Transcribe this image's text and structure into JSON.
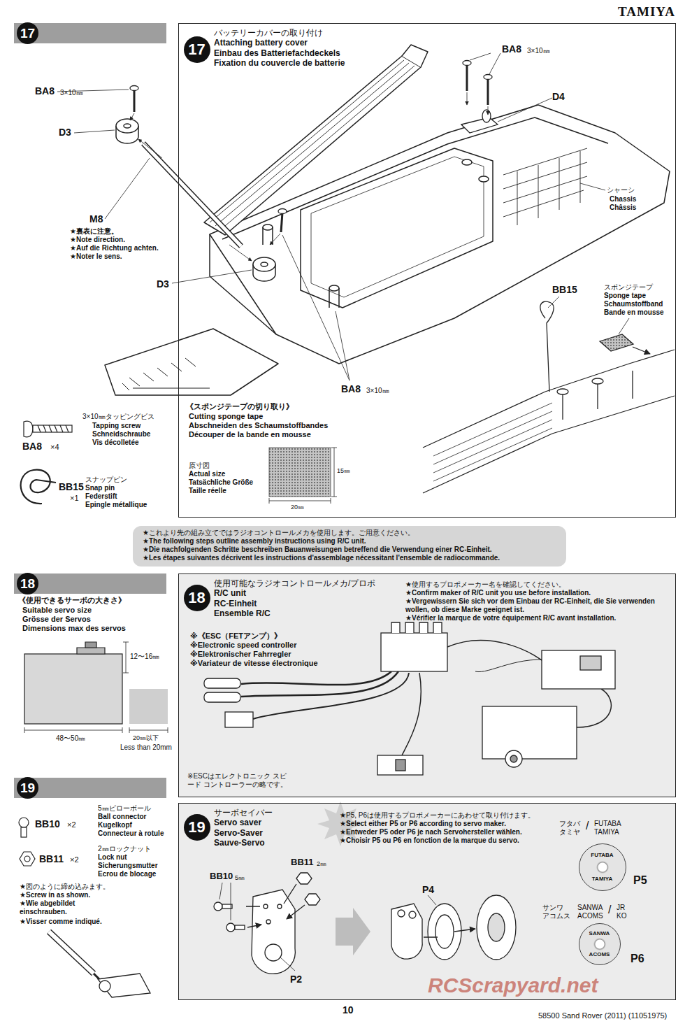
{
  "diagram": {
    "title": "TAMIYA",
    "nodes": [
      {
        "text": [
          "17"
        ]
      },
      {
        "text": [
          "バッテリーカバーの取り付け",
          "Attaching battery cover",
          "Einbau des Batteriefachdeckels",
          "Fixation du couvercle de batterie"
        ]
      },
      {
        "text": [
          "17"
        ],
        "in": 1
      },
      {
        "text": [
          "★これより先の組み立てではラジオコントロールメカを使用します。ご用意ください。",
          "★The following steps outline assembly instructions using R/C unit.",
          "★Die nachfolgenden Schritte beschreiben Bauanweisungen betreffend die Verwendung einer RC-Einheit.",
          "★Les étapes suivantes décrivent les instructions d'assemblage nécessitant l'ensemble de radiocommande."
        ]
      },
      {
        "text": [
          "18"
        ]
      },
      {
        "text": [
          "使用可能なラジオコントロールメカ/プロポ",
          "R/C unit",
          "RC-Einheit",
          "Ensemble R/C"
        ]
      },
      {
        "text": [
          "18"
        ],
        "in": 5
      },
      {
        "text": [
          "19"
        ]
      },
      {
        "text": [
          "サーボセイバー",
          "Servo saver",
          "Servo-Saver",
          "Sauve-Servo"
        ]
      },
      {
        "text": [
          "19"
        ],
        "in": 8
      },
      {
        "text": [
          "FUTABA",
          "TAMIYA"
        ],
        "in": 8
      },
      {
        "text": [
          "SANWA",
          "ACOMS"
        ],
        "in": 8
      }
    ],
    "labels": [
      "BA8",
      "3×10㎜",
      "D3",
      "M8",
      "★裏表に注意。",
      "★Note direction.",
      "★Auf die Richtung achten.",
      "★Noter le sens.",
      "D3",
      "BA8",
      "3×10㎜",
      "BA8",
      "3×10㎜",
      "D4",
      "シャーシ",
      "Chassis",
      "Châssis",
      "BB15",
      "スポンジテープ",
      "Sponge tape",
      "Schaumstoffband",
      "Bande en mousse",
      "3×10㎜タッピングビス",
      "Tapping screw",
      "Schneidschraube",
      "Vis décolletée",
      "BA8",
      "×4",
      "スナップピン",
      "Snap pin",
      "Federstift",
      "Epingle métallique",
      "BB15",
      "×1",
      "《スポンジテープの切り取り》",
      "Cutting sponge tape",
      "Abschneiden des Schaumstoffbandes",
      "Découper de la bande en mousse",
      "原寸図",
      "Actual size",
      "Tatsächliche Größe",
      "Taille réelle",
      "15㎜",
      "20㎜",
      "《使用できるサーボの大きさ》",
      "Suitable servo size",
      "Grösse der Servos",
      "Dimensions max des servos",
      "12〜16㎜",
      "48〜50㎜",
      "20㎜以下",
      "Less than 20mm",
      "※《ESC（FETアンプ）》",
      "※Electronic speed controller",
      "※Elektronischer Fahrregler",
      "※Variateur de vitesse électronique",
      "★使用するプロポメーカー名を確認してください。",
      "★Confirm maker of R/C unit you use before installation.",
      "★Vergewissern Sie sich vor dem Einbau der RC-Einheit, die Sie verwenden wollen, ob diese Marke geeignet ist.",
      "★Vérifier la marque de votre équipement R/C avant installation.",
      "※ESCはエレクトロニック スピード コントローラーの略です。",
      "5㎜ピローボール",
      "Ball connector",
      "Kugelkopf",
      "Connecteur à rotule",
      "BB10",
      "×2",
      "2㎜ロックナット",
      "Lock nut",
      "Sicherungsmutter",
      "Ecrou de blocage",
      "BB11",
      "×2",
      "★図のように締め込みます。",
      "★Screw in as shown.",
      "★Wie abgebildet einschrauben.",
      "★Visser comme indiqué.",
      "★P5, P6は使用するプロポメーカーにあわせて取り付けます。",
      "★Select either P5 or P6 according to servo maker.",
      "★Entweder P5 oder P6 je nach Servohersteller wählen.",
      "★Choisir P5 ou P6 en fonction de la marque du servo.",
      "BB11",
      "2㎜",
      "BB10",
      "5㎜",
      "P4",
      "P2",
      "フタバ",
      "タミヤ",
      "/",
      "FUTABA",
      "TAMIYA",
      "P5",
      "サンワ",
      "アコムス",
      "SANWA",
      "ACOMS",
      "/",
      "JR",
      "KO",
      "P6",
      "10",
      "58500 Sand Rover (2011) (11051975)",
      "RCScrapyard.net"
    ]
  }
}
